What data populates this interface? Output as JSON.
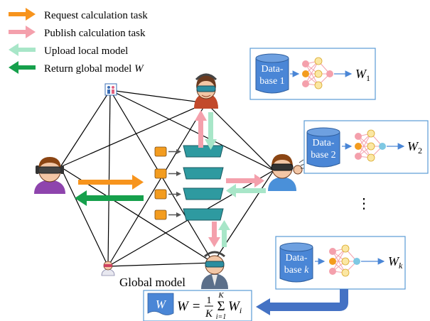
{
  "legend": {
    "items": [
      {
        "label": "Request calculation task",
        "color": "#f7941d"
      },
      {
        "label": "Publish calculation task",
        "color": "#f4a0ac"
      },
      {
        "label": "Upload local model",
        "color": "#a8e6c8"
      },
      {
        "label": "Return global model",
        "var": "W",
        "color": "#16a04c"
      }
    ]
  },
  "clients": [
    {
      "db_line1": "Data-",
      "db_line2": "base 1",
      "w_base": "W",
      "w_sub": "1"
    },
    {
      "db_line1": "Data-",
      "db_line2": "base 2",
      "w_base": "W",
      "w_sub": "2"
    },
    {
      "db_line1": "Data-",
      "db_line2": "base ",
      "db_var": "k",
      "w_base": "W",
      "w_sub": "k"
    }
  ],
  "ellipsis": "⋮",
  "global": {
    "label": "Global model",
    "w_icon": "W",
    "eq_lhs": "W =",
    "frac_num": "1",
    "frac_den": "K",
    "sum_upper": "K",
    "sum_symbol": "Σ",
    "sum_lower": "i=1",
    "term_base": "W",
    "term_sub": "i"
  },
  "colors": {
    "box_border": "#5b9bd5",
    "db_fill": "#4a86d6",
    "queue_fill": "#2e9aa0",
    "queue_tab": "#f39c1f",
    "mesh_line": "#000000",
    "flow_arrow": "#4472c4"
  }
}
